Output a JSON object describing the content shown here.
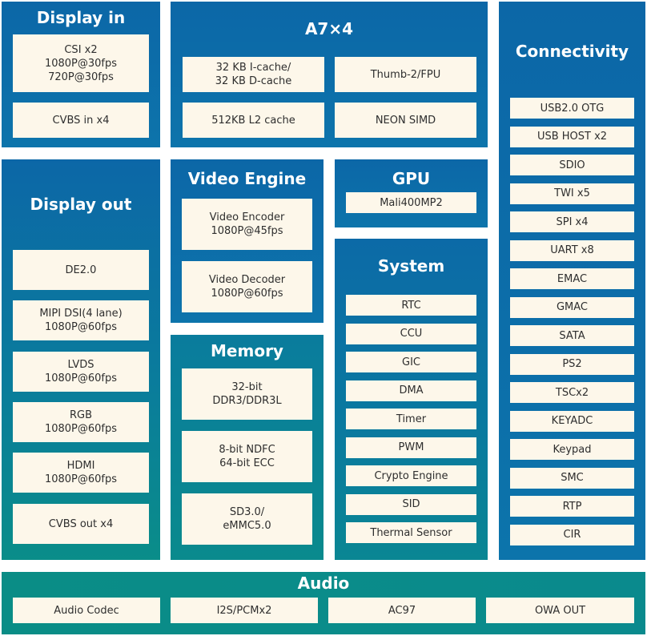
{
  "display_in": {
    "title": "Display in",
    "items": [
      "CSI x2\n1080P@30fps\n720P@30fps",
      "CVBS in x4"
    ]
  },
  "cpu": {
    "title": "A7×4",
    "items": [
      "32 KB I-cache/\n32 KB D-cache",
      "Thumb-2/FPU",
      "512KB L2 cache",
      "NEON SIMD"
    ]
  },
  "connectivity": {
    "title": "Connectivity",
    "items": [
      "USB2.0 OTG",
      "USB HOST x2",
      "SDIO",
      "TWI x5",
      "SPI x4",
      "UART x8",
      "EMAC",
      "GMAC",
      "SATA",
      "PS2",
      "TSCx2",
      "KEYADC",
      "Keypad",
      "SMC",
      "RTP",
      "CIR"
    ]
  },
  "display_out": {
    "title": "Display out",
    "items": [
      "DE2.0",
      "MIPI DSI(4 lane)\n1080P@60fps",
      "LVDS\n1080P@60fps",
      "RGB\n1080P@60fps",
      "HDMI\n1080P@60fps",
      "CVBS out x4"
    ]
  },
  "video_engine": {
    "title": "Video Engine",
    "items": [
      "Video Encoder\n1080P@45fps",
      "Video Decoder\n1080P@60fps"
    ]
  },
  "gpu": {
    "title": "GPU",
    "items": [
      "Mali400MP2"
    ]
  },
  "memory": {
    "title": "Memory",
    "items": [
      "32-bit\nDDR3/DDR3L",
      "8-bit NDFC\n64-bit ECC",
      "SD3.0/\neMMC5.0"
    ]
  },
  "system": {
    "title": "System",
    "items": [
      "RTC",
      "CCU",
      "GIC",
      "DMA",
      "Timer",
      "PWM",
      "Crypto Engine",
      "SID",
      "Thermal Sensor"
    ]
  },
  "audio": {
    "title": "Audio",
    "items": [
      "Audio Codec",
      "I2S/PCMx2",
      "AC97",
      "OWA OUT"
    ]
  }
}
